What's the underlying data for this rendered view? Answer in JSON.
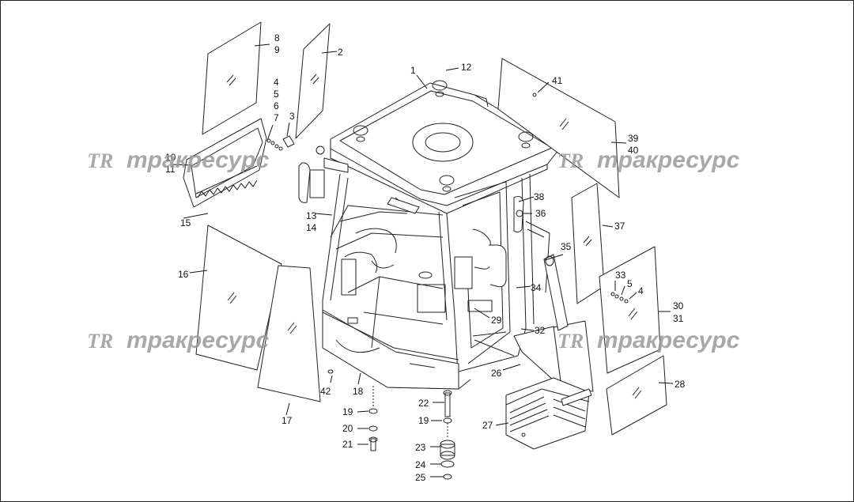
{
  "watermark": {
    "logo": "TR",
    "text": "тракресурс"
  },
  "callouts": [
    "1",
    "2",
    "3",
    "4",
    "5",
    "6",
    "7",
    "8",
    "9",
    "10",
    "11",
    "12",
    "13",
    "14",
    "15",
    "16",
    "17",
    "18",
    "19",
    "20",
    "21",
    "22",
    "19",
    "23",
    "24",
    "25",
    "26",
    "27",
    "28",
    "29",
    "30",
    "31",
    "32",
    "33",
    "5",
    "4",
    "34",
    "35",
    "36",
    "37",
    "38",
    "39",
    "40",
    "41",
    "42"
  ]
}
